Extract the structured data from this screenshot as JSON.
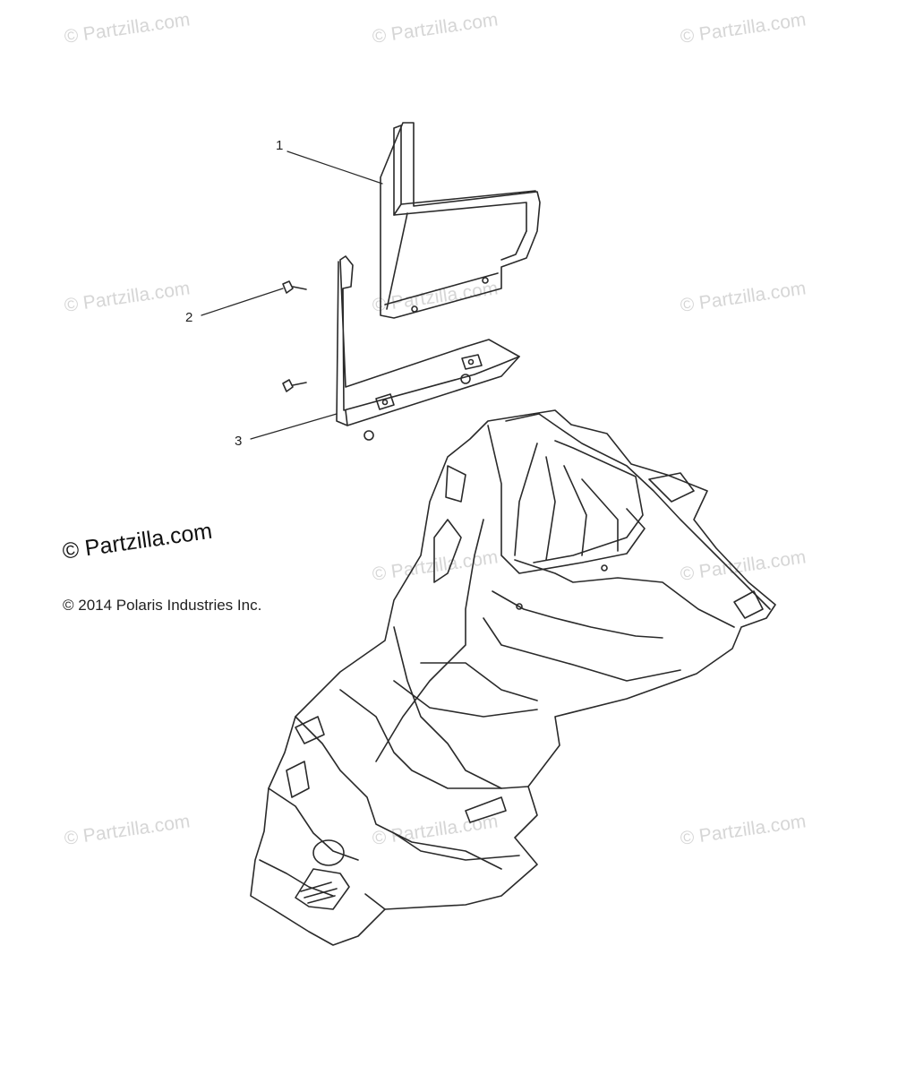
{
  "watermark": "© Partzilla.com",
  "brand_mark": "© Partzilla.com",
  "copyright": "© 2014 Polaris Industries Inc.",
  "callouts": [
    "1",
    "2",
    "3"
  ],
  "line_color": "#2a2a2a",
  "watermark_color": "#d6d6d6"
}
